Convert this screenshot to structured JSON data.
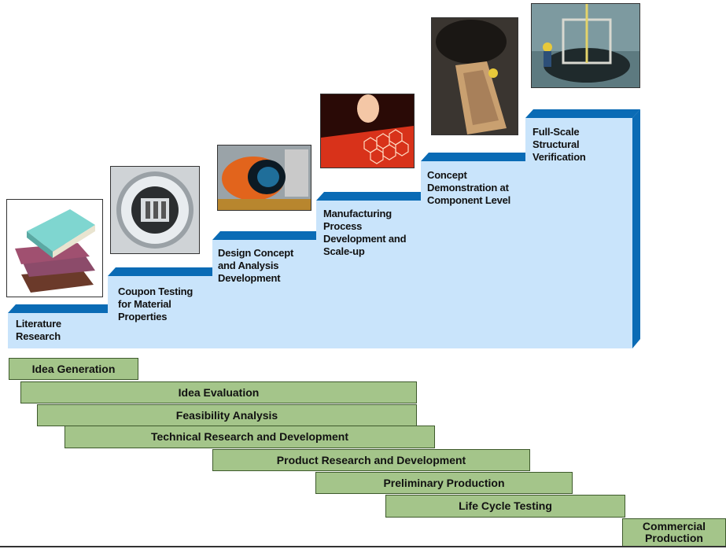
{
  "steps": [
    {
      "label": "Literature\nResearch",
      "photo": "stack-of-books-photo"
    },
    {
      "label": "Coupon Testing\nfor Material\nProperties",
      "photo": "coupon-test-fixture-photo"
    },
    {
      "label": "Design Concept\nand Analysis\nDevelopment",
      "photo": "analysis-model-photo"
    },
    {
      "label": "Manufacturing\nProcess\nDevelopment and\nScale-up",
      "photo": "honeycomb-manufacturing-photo"
    },
    {
      "label": "Concept\nDemonstration at\nComponent Level",
      "photo": "component-demonstration-photo"
    },
    {
      "label": "Full-Scale\nStructural\nVerification",
      "photo": "full-scale-test-facility-photo"
    }
  ],
  "phases": [
    "Idea Generation",
    "Idea Evaluation",
    "Feasibility Analysis",
    "Technical Research and Development",
    "Product Research and Development",
    "Preliminary Production",
    "Life Cycle Testing",
    "Commercial\nProduction"
  ],
  "colors": {
    "stair_fill": "#c9e4fb",
    "stair_edge": "#0a6bb5",
    "phase_fill": "#a4c58a",
    "phase_border": "#3e5a2c"
  }
}
